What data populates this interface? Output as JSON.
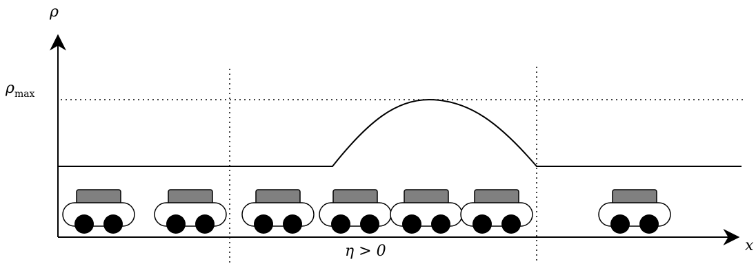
{
  "labels": {
    "y_axis": "ρ",
    "x_axis": "x",
    "rho_max_symbol": "ρ",
    "rho_max_subscript": "max",
    "eta_condition": "η > 0"
  },
  "density_profile": {
    "baseline_level": "low",
    "bump_shape": "hump reaching ρmax"
  },
  "cars": {
    "count": 7,
    "body_color": "#808080",
    "wheel_color": "#000000"
  },
  "colors": {
    "stroke": "#000000",
    "background": "#ffffff"
  }
}
